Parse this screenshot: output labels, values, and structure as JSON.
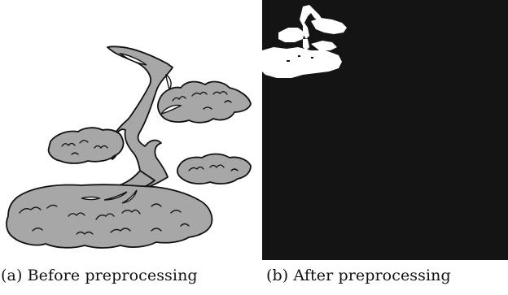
{
  "figure": {
    "panels": [
      {
        "id": "a",
        "caption": "(a) Before preprocessing"
      },
      {
        "id": "b",
        "caption": "(b) After preprocessing"
      }
    ]
  },
  "colors": {
    "silhouette_fill": "#a7a7a7",
    "outline": "#111111",
    "mask_background": "#141414",
    "mask_foreground": "#ffffff"
  }
}
